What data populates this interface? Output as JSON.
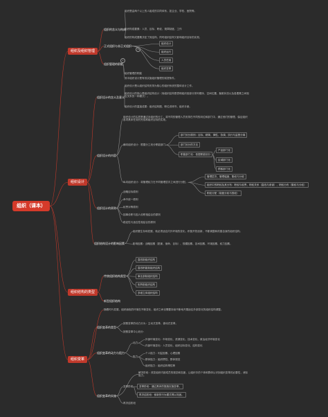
{
  "root": "组织（课本）",
  "branches": {
    "concept": {
      "label": "组织及组织管理",
      "definition": {
        "label": "组织的含义与构成",
        "leaf1": "组织是由两个以上的人组成的共同体系，如企业、学校、医院等。",
        "leaf2": "组织构成要素：人员、目标、职权、规章制度、工作",
        "leaf3": "组织的构成要素决定了其结构，同时组织结构又影响组织目标的实现。"
      },
      "types": {
        "label": "正式组织与非正式组织",
        "items": [
          "组织设计",
          "组织运行",
          "人员任用",
          "组织变革"
        ]
      },
      "management": {
        "label": "组织管理的职能",
        "item1": "组织管理的职能",
        "item2": "其中组织设计是有效实施组织管理的前提条件。"
      }
    },
    "design": {
      "label": "组织设计",
      "meaning": {
        "label": "组织设计的含义及意义",
        "leaf1": "组织设计是以组织结构安排为核心的组织系统的整体设计工作。",
        "leaf2": "组织设计的核心是组织结构设计（而组织结构是表明组织各部分排列顺序、空间位置、聚散状态以及各要素之间相互关系的一种模式）。",
        "leaf3": "组织设计的直接成果：组织结构图、职位说明书、组织手册。"
      },
      "content": {
        "label": "组织设计的内容",
        "leaf1": "组织设计的实质是通过对组织的分工，将不同的管理人员安排在不同的岗位和部门中，通过他们的管理，保证组织各项具体任务的完成和组织目标的实现。",
        "horizontal": "横向组织设计：根据分工划分职能部门",
        "hitems": [
          "部门划分原则：目标、精简、弹性、协调、执行与监督分离",
          "部门划分的方法",
          "职能部门化：依据职能划分",
          "产品部门化",
          "区域部门化",
          "顾客部门化"
        ],
        "vertical": "纵向组织设计：将管理权力在不同管理层次之间进行分配。",
        "vitems": [
          "管理层次、管理幅度、集权与分权",
          "组织中的职权及其分布：职权与权责、职权关系（直线与参谋）、职权分布（集权与分权）",
          "职权分配（制度分权与授权）"
        ]
      },
      "principles": {
        "label": "组织设计的原则",
        "items": [
          "战略目标原则",
          "命令统一原则",
          "权责对等原则",
          "因事设职与因人设职相结合的原则",
          "稳定性与适应性相结合的原则"
        ]
      },
      "factors": {
        "label": "组织结构设计的影响因素",
        "leaf1": "组织要生存和发展，就必须适应内外环境的变化，积极开拓创新，不断调整和改善自身的组织结构。",
        "leaf2": "影响因素：战略因素（愿景、使命、目标）、规模因素、技术因素、环境因素、权力因素。"
      }
    },
    "types": {
      "label": "组织结构的类型",
      "traditional": {
        "label": "传统组织结构类型",
        "items": [
          "直线制组织结构",
          "直线职能制组织结构",
          "事业部制组织结构",
          "矩阵制组织结构",
          "多维立体组织结构"
        ]
      },
      "modern": {
        "label": "新型组织结构"
      }
    },
    "change": {
      "label": "组织变革",
      "intro": "随着时代发展，组织面临的环境在不断变化，组织之间也需要持续不断地开展适应外部变化的组织结构调整。",
      "drivers": {
        "label": "组织变革的类型",
        "leaf1": "按照变革的动力分为：主动式变革、被动式变革。",
        "leaf2": "按照变革中心划分："
      },
      "resistance": {
        "label": "组织变革的动力与阻力",
        "power": "动力",
        "items": [
          "外部环境变化：市场变化、资源变化、技术变化、政治经济环境变化",
          "内部环境变化：人员变化、组织目标变化、结构变化",
          "阻力",
          "个人阻力：利益因素、心理因素",
          "群体阻力：组织惯性、群体规范",
          "组织阻力：组织结构惰性等"
        ]
      },
      "process": {
        "label": "组织变革的实施",
        "leaf1": "解冻阶段：改变组织内部成员的观念和态度，让组织中的个体和群体认识到组织变革的必要性，消除阻力。",
        "stages": [
          "变革阶段",
          "再冻结阶段"
        ],
        "stage1": "变革阶段：通过具体的措施实施变革。",
        "stage2": "再冻结阶段：使新的行为模式得以巩固。"
      }
    }
  }
}
